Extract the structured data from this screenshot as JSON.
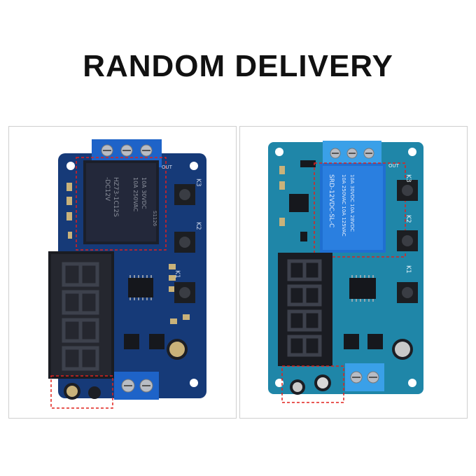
{
  "headline": "RANDOM DELIVERY",
  "colors": {
    "pcb_dark": "#163a78",
    "pcb_light": "#1f86a8",
    "relay_black": "#1b1f2a",
    "relay_blue": "#1f6fd1",
    "terminal_blue": "#1e63c8",
    "terminal_light_blue": "#3aa0e8",
    "highlight_red": "#e0201c"
  },
  "left_board": {
    "relay_text": [
      "HZ73-1C12S",
      "-DC12V",
      "10A 250VAC",
      "10A 30VDC"
    ],
    "relay_code": "S1126",
    "button_labels": [
      "K3",
      "K2",
      "K1"
    ],
    "out_label": "OUT"
  },
  "right_board": {
    "relay_text": [
      "SRD-12VDC-SL-C",
      "10A 250VAC  10A 125VAC",
      "10A  30VDC  10A  28VDC"
    ],
    "button_labels": [
      "K3",
      "K2",
      "K1"
    ],
    "out_label": "OUT"
  }
}
